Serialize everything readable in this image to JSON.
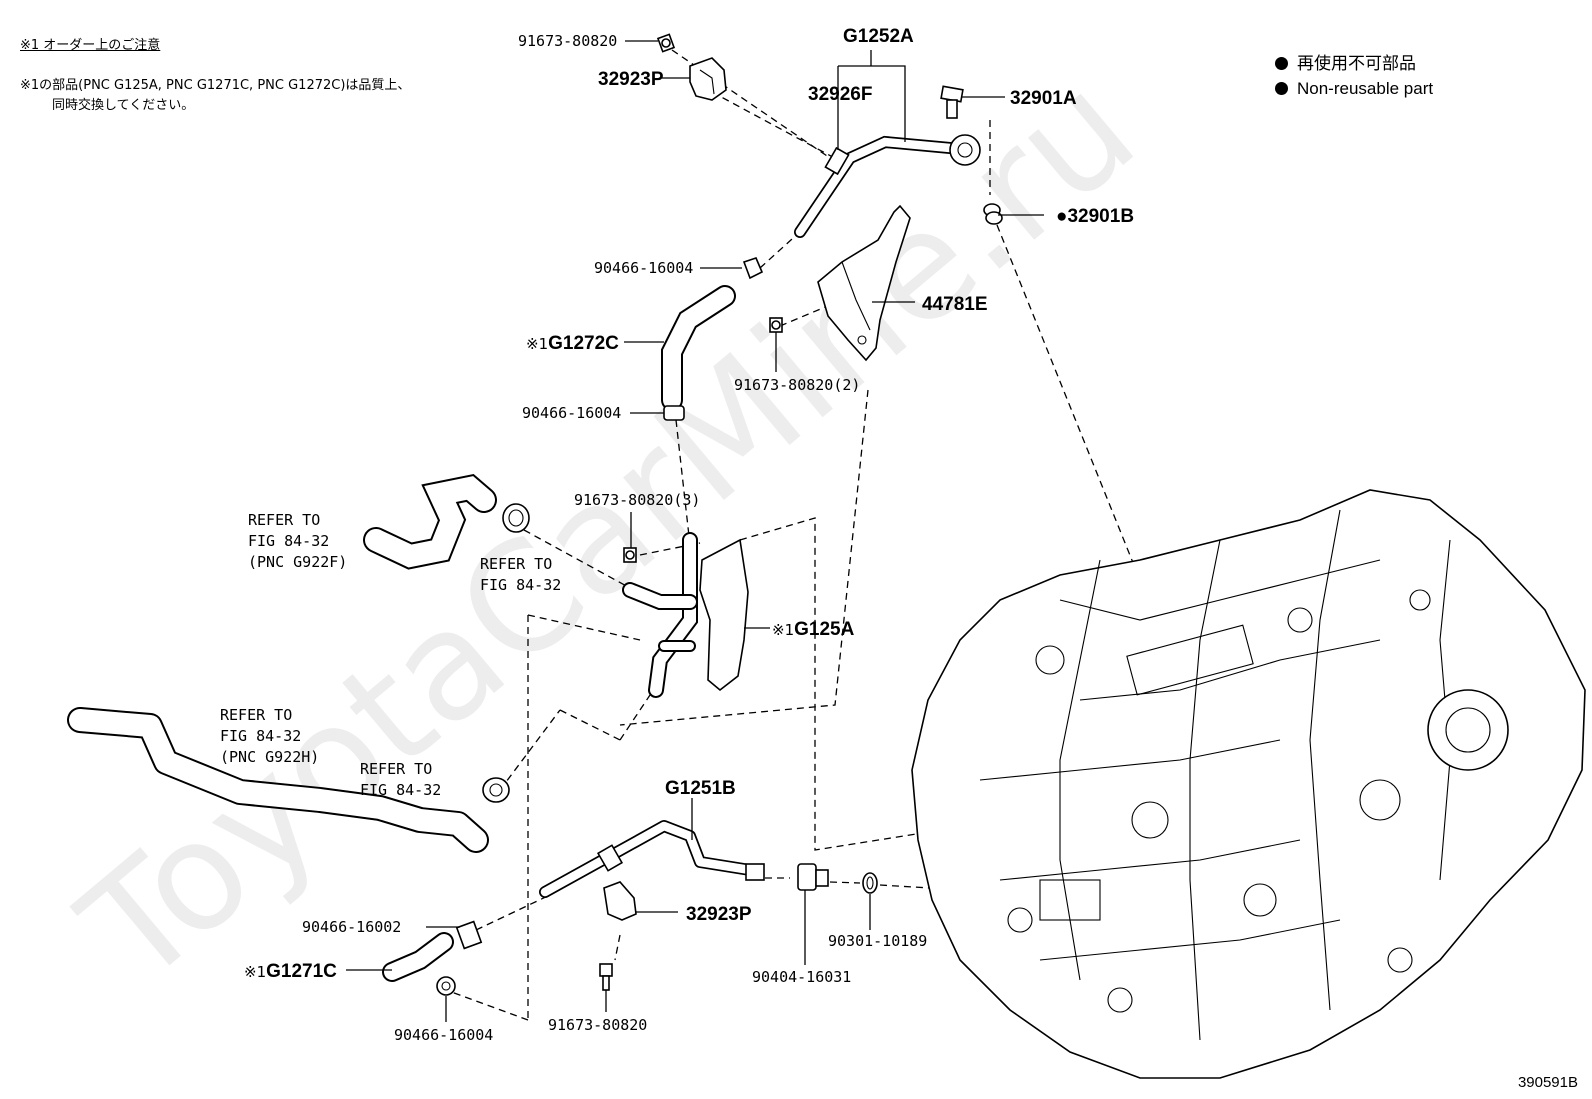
{
  "notes": {
    "title": "※1 オーダー上のご注意",
    "line1": "※1の部品(PNC G125A, PNC G1271C, PNC G1272C)は品質上、",
    "line2": "同時交換してください。"
  },
  "legend": {
    "jp": "再使用不可部品",
    "en": "Non-reusable part"
  },
  "watermark": "ToyotaCarMine.ru",
  "figure_id": "390591B",
  "marks": {
    "asterisk": "※1",
    "bullet": "●"
  },
  "callouts": {
    "c1": "91673-80820",
    "c2": "32923P",
    "c3": "G1252A",
    "c4": "32926F",
    "c5": "32901A",
    "c6": "32901B",
    "c7": "90466-16004",
    "c8": "44781E",
    "c9": "G1272C",
    "c10": "91673-80820(2)",
    "c11": "90466-16004",
    "c12": "91673-80820(3)",
    "c13": "G125A",
    "c14": "G1251B",
    "c15": "32923P",
    "c16": "90466-16002",
    "c17": "G1271C",
    "c18": "90466-16004",
    "c19": "91673-80820",
    "c20": "90404-16031",
    "c21": "90301-10189"
  },
  "refs": {
    "r1": [
      "REFER TO",
      "FIG 84-32",
      "(PNC G922F)"
    ],
    "r2": [
      "REFER TO",
      "FIG 84-32"
    ],
    "r3": [
      "REFER TO",
      "FIG 84-32",
      "(PNC G922H)"
    ],
    "r4": [
      "REFER TO",
      "FIG 84-32"
    ]
  }
}
